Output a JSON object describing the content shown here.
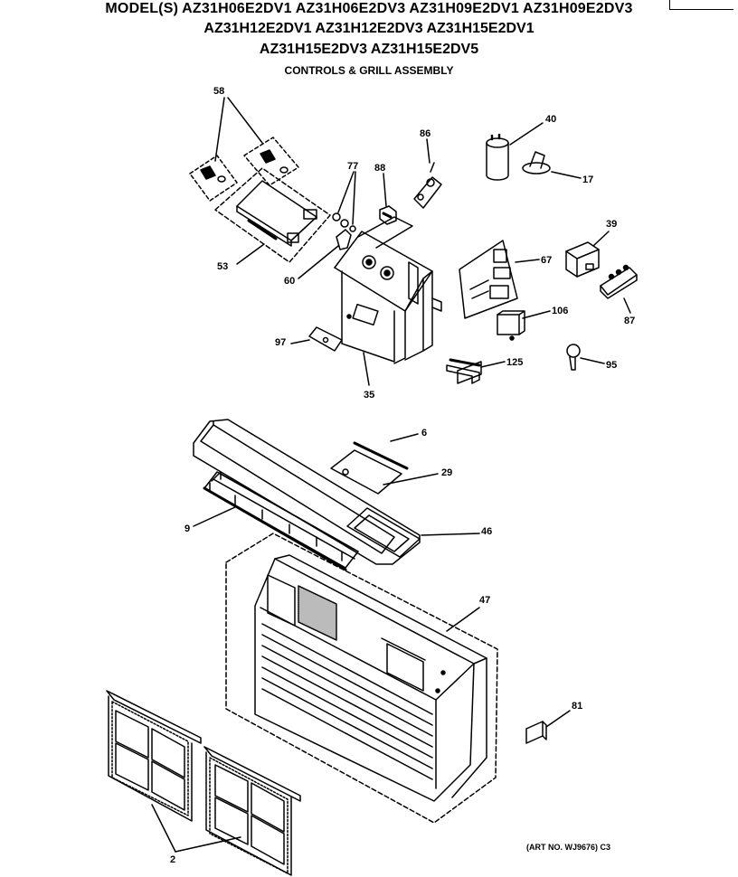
{
  "header": {
    "line1": "MODEL(S) AZ31H06E2DV1  AZ31H06E2DV3  AZ31H09E2DV1  AZ31H09E2DV3",
    "line2": "AZ31H12E2DV1  AZ31H12E2DV3  AZ31H15E2DV1",
    "line3": "AZ31H15E2DV3  AZ31H15E2DV5",
    "subtitle": "CONTROLS & GRILL ASSEMBLY"
  },
  "callouts": {
    "c58": "58",
    "c77": "77",
    "c88": "88",
    "c86": "86",
    "c40": "40",
    "c17": "17",
    "c39": "39",
    "c67": "67",
    "c87": "87",
    "c53": "53",
    "c60": "60",
    "c106": "106",
    "c97": "97",
    "c125": "125",
    "c95": "95",
    "c35": "35",
    "c6": "6",
    "c29": "29",
    "c9": "9",
    "c46": "46",
    "c47": "47",
    "c81": "81",
    "c2": "2"
  },
  "footer": {
    "art_no": "(ART NO. WJ9676) C3"
  }
}
